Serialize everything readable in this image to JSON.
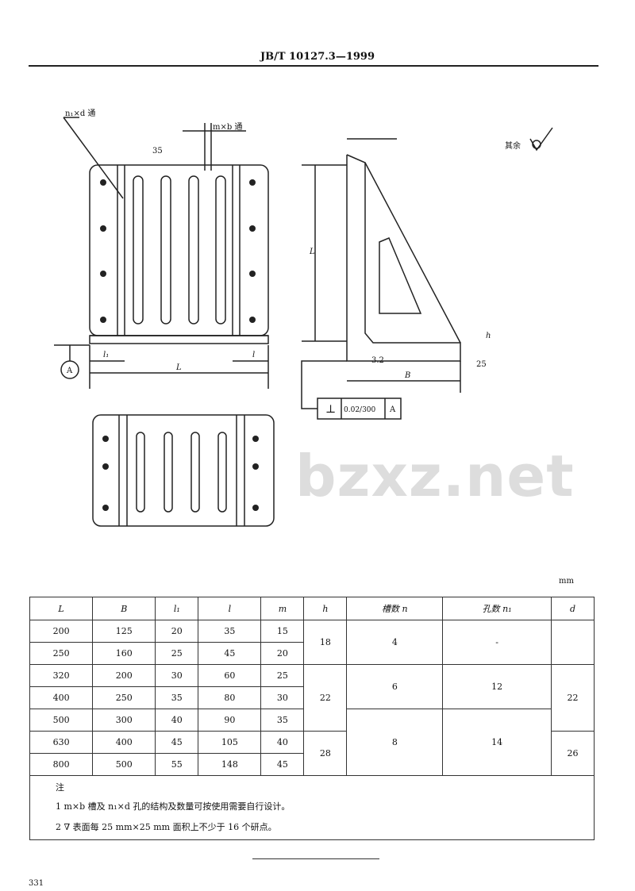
{
  "header": {
    "standard": "JB/T 10127.3—1999"
  },
  "watermark": "bzxz.net",
  "drawing": {
    "labels": {
      "holes": "n₁×d 通",
      "slots": "m×b 通",
      "roughness_35": "35",
      "roughness_25": "25",
      "L": "L",
      "B": "B",
      "l1": "l₁",
      "l": "l",
      "h": "h",
      "datum": "A",
      "rest": "其余",
      "roughness_32": "3.2",
      "tolerance": "0.02/300",
      "tol_datum": "A"
    }
  },
  "unit": "mm",
  "table": {
    "headers": [
      "L",
      "B",
      "l₁",
      "l",
      "m",
      "h",
      "槽数 n",
      "孔数 n₁",
      "d"
    ],
    "rows": [
      [
        "200",
        "125",
        "20",
        "35",
        "15"
      ],
      [
        "250",
        "160",
        "25",
        "45",
        "20"
      ],
      [
        "320",
        "200",
        "30",
        "60",
        "25"
      ],
      [
        "400",
        "250",
        "35",
        "80",
        "30"
      ],
      [
        "500",
        "300",
        "40",
        "90",
        "35"
      ],
      [
        "630",
        "400",
        "45",
        "105",
        "40"
      ],
      [
        "800",
        "500",
        "55",
        "148",
        "45"
      ]
    ],
    "h": [
      "18",
      "22",
      "28"
    ],
    "slots": [
      "4",
      "6",
      "8"
    ],
    "holes": [
      "-",
      "12",
      "14"
    ],
    "d": [
      "",
      "22",
      "26"
    ]
  },
  "notes": {
    "title": "注",
    "items": [
      "1  m×b 槽及 n₁×d 孔的结构及数量可按使用需要自行设计。",
      "2  ∇ 表面每 25 mm×25 mm 面积上不少于 16 个研点。"
    ]
  },
  "page_number": "331"
}
